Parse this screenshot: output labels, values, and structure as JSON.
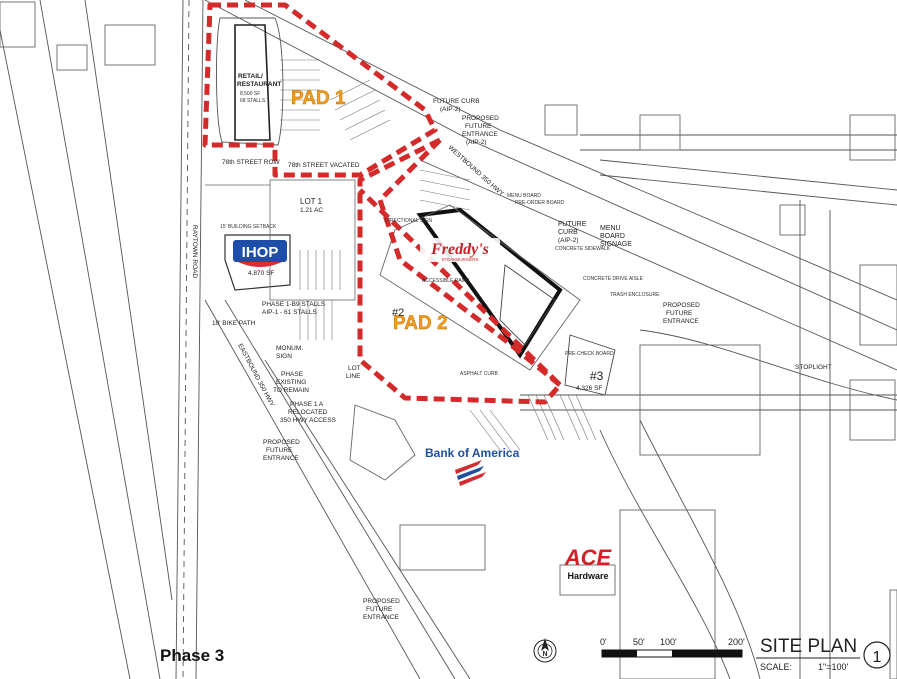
{
  "plan": {
    "phase_label": "Phase 3",
    "title": "SITE PLAN",
    "scale_label": "SCALE:",
    "scale_value": "1\"=100'",
    "sheet_number": "1",
    "north_label": "N",
    "scale_ticks": [
      "0'",
      "50'",
      "100'",
      "200'"
    ]
  },
  "pads": {
    "pad1": "PAD 1",
    "pad2": "PAD 2"
  },
  "brands": {
    "ihop": "IHOP",
    "freddys": "Freddy's",
    "freddys_sub": "STEAKBURGERS",
    "bank": "Bank of America",
    "ace": "ACE",
    "ace_sub": "Hardware"
  },
  "buildings": {
    "retail_title": "RETAIL/",
    "retail_title2": "RESTAURANT",
    "retail_sf": "8,500 SF",
    "retail_stalls": "68 STALLS",
    "ihop_sf": "4,870 SF",
    "bldg3_num": "#3",
    "bldg3_sf": "4,326 SF",
    "bldg2_num": "#2"
  },
  "labels": {
    "future_curb_top": "FUTURE CURB",
    "future_curb_top2": "(AIP-2)",
    "prop_entrance1": "PROPOSED",
    "prop_entrance2": "FUTURE",
    "prop_entrance3": "ENTRANCE",
    "prop_entrance4": "(AIP-2)",
    "street_row": "78th STREET ROW",
    "street_vacated": "78th STREET VACATED",
    "westbound": "WESTBOUND 350 HWY",
    "eastbound": "EASTBOUND 350 HWY",
    "raytown": "RAYTOWN ROAD",
    "lot1": "LOT 1",
    "lot1_ac": "1.21 AC",
    "future_curb_right": "FUTURE",
    "future_curb_right2": "CURB",
    "future_curb_right3": "(AIP-2)",
    "menu1": "MENU",
    "menu2": "BOARD",
    "menu3": "SIGNAGE",
    "prop_right1": "PROPOSED",
    "prop_right2": "FUTURE",
    "prop_right3": "ENTRANCE",
    "stoplight": "STOPLIGHT",
    "phase1b1": "PHASE 1-B9 STALLS",
    "phase1b2": "AIP-1 - 61 STALLS",
    "bike_path": "10' BIKE PATH",
    "monument1": "MONUM.",
    "monument2": "SIGN",
    "phase_exist1": "PHASE",
    "phase_exist2": "EXISTING",
    "phase_exist3": "TO REMAIN",
    "lot_line1": "LOT",
    "lot_line2": "LINE",
    "phase1a1": "PHASE 1 A",
    "phase1a2": "RELOCATED",
    "phase1a3": "350 HWY ACCESS",
    "prop_left1": "PROPOSED",
    "prop_left2": "FUTURE",
    "prop_left3": "ENTRANCE",
    "prop_bottom1": "PROPOSED",
    "prop_bottom2": "FUTURE",
    "prop_bottom3": "ENTRANCE",
    "asphalt_curb": "ASPHALT CURB",
    "concrete_sidewalk": "CONCRETE SIDEWALK",
    "menu_board": "MENU BOARD",
    "pre_order": "PRE-ORDER BOARD",
    "concrete_drive": "CONCRETE DRIVE AISLE",
    "directional": "DIRECTIONAL SIGN",
    "trash": "TRASH ENCLOSURE",
    "accessible": "ACCESSIBLE RAMP",
    "building_setback": "15' BUILDING SETBACK",
    "pre_check": "PRE-CHECK BOARD"
  },
  "colors": {
    "boundary": "#d42a2a",
    "pad_text": "#f39c1e",
    "ihop_blue": "#1e4fa8",
    "ihop_red": "#d62e3c",
    "freddys_red": "#c42126",
    "bank_blue": "#1f4fa0",
    "bank_red": "#d32b2f",
    "ace_red": "#d31f26"
  }
}
